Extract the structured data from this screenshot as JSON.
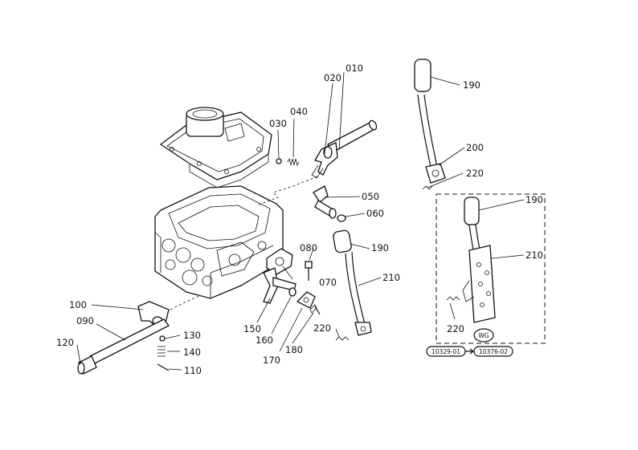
{
  "callouts": {
    "c010": "010",
    "c020": "020",
    "c030": "030",
    "c040": "040",
    "c050": "050",
    "c060": "060",
    "c070": "070",
    "c080": "080",
    "c090": "090",
    "c100": "100",
    "c110": "110",
    "c120": "120",
    "c130": "130",
    "c140": "140",
    "c150": "150",
    "c160": "160",
    "c170": "170",
    "c180": "180",
    "c190a": "190",
    "c190b": "190",
    "c190c": "190",
    "c200": "200",
    "c210a": "210",
    "c210b": "210",
    "c220a": "220",
    "c220b": "220",
    "c220c": "220"
  },
  "variant": {
    "badge": "WG",
    "serial_from": "10329-01",
    "serial_to": "10376-02"
  }
}
